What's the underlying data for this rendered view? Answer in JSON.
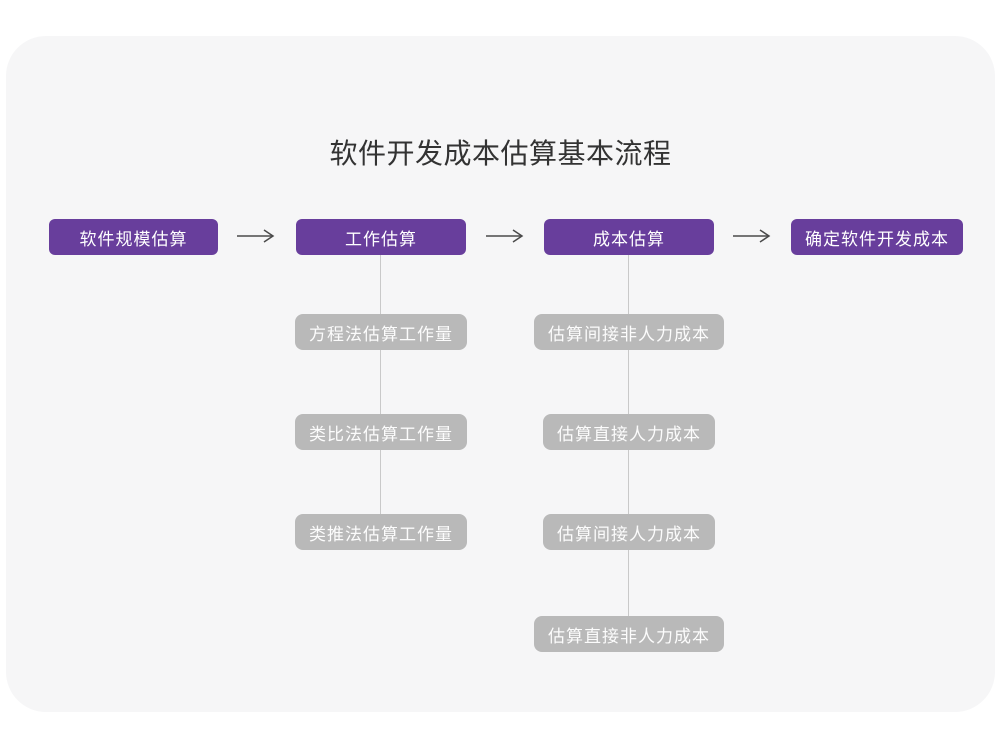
{
  "page": {
    "title": "软件开发成本估算基本流程"
  },
  "colors": {
    "purple": "#683e9c",
    "gray_box": "#b9b9b9",
    "card_background": "#f6f6f7",
    "connector_line": "#c9c9c9",
    "arrow": "#4a4a4a",
    "title_text": "#333333"
  },
  "flow": {
    "main_nodes": [
      {
        "label": "软件规模估算"
      },
      {
        "label": "工作估算"
      },
      {
        "label": "成本估算"
      },
      {
        "label": "确定软件开发成本"
      }
    ],
    "work_estimation_children": [
      {
        "label": "方程法估算工作量"
      },
      {
        "label": "类比法估算工作量"
      },
      {
        "label": "类推法估算工作量"
      }
    ],
    "cost_estimation_children": [
      {
        "label": "估算间接非人力成本"
      },
      {
        "label": "估算直接人力成本"
      },
      {
        "label": "估算间接人力成本"
      },
      {
        "label": "估算直接非人力成本"
      }
    ]
  }
}
